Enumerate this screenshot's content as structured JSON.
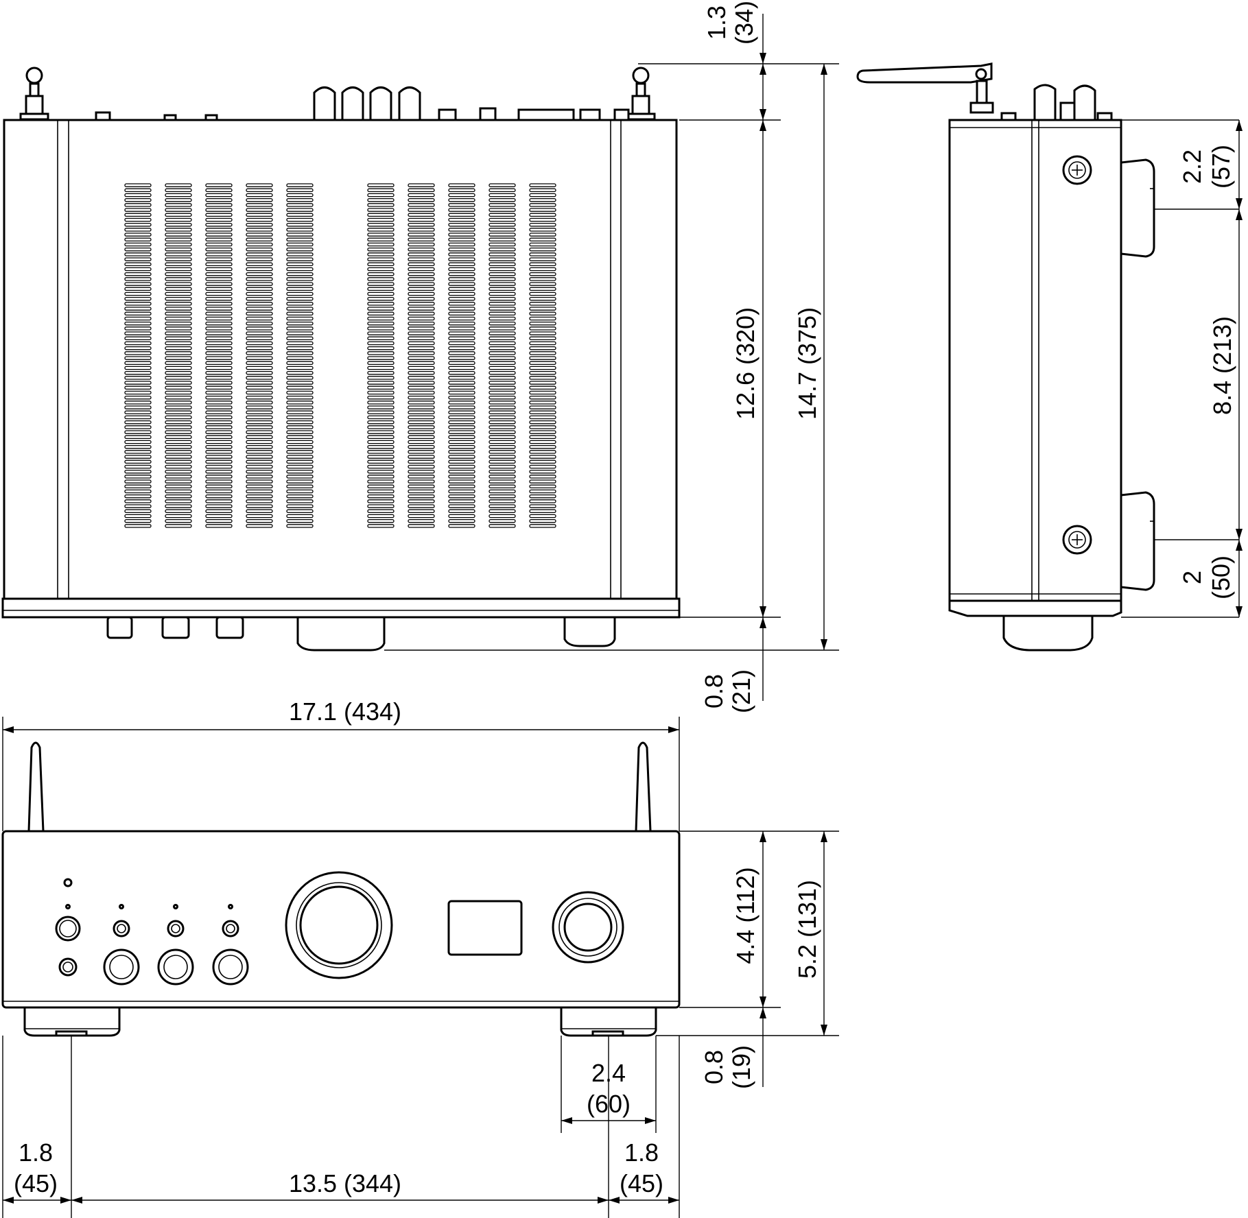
{
  "views": {
    "top": {
      "dim_top_in": "1.3",
      "dim_top_mm": "(34)",
      "dim_body_depth": "12.6 (320)",
      "dim_total_depth": "14.7 (375)",
      "dim_bottom_in": "0.8",
      "dim_bottom_mm": "(21)"
    },
    "side": {
      "dim_a_in": "2.2",
      "dim_a_mm": "(57)",
      "dim_b": "8.4 (213)",
      "dim_c_in": "2",
      "dim_c_mm": "(50)"
    },
    "front": {
      "dim_width": "17.1 (434)",
      "dim_body_height": "4.4 (112)",
      "dim_total_height": "5.2 (131)",
      "dim_foot_h_in": "0.8",
      "dim_foot_h_mm": "(19)",
      "dim_foot_w_in": "2.4",
      "dim_foot_w_mm": "(60)",
      "dim_left_in": "1.8",
      "dim_left_mm": "(45)",
      "dim_span": "13.5 (344)",
      "dim_right_in": "1.8",
      "dim_right_mm": "(45)"
    }
  }
}
